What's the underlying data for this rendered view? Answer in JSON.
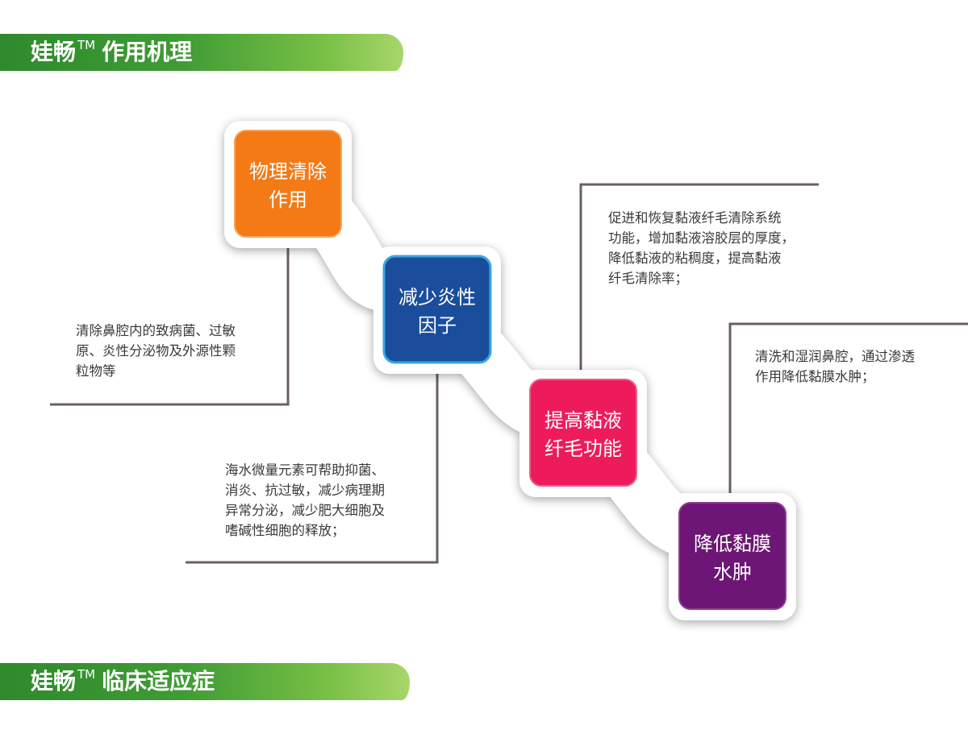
{
  "banners": {
    "top": {
      "brand": "娃畅",
      "tm": "TM",
      "title": "作用机理"
    },
    "bottom": {
      "brand": "娃畅",
      "tm": "TM",
      "title": "临床适应症"
    }
  },
  "steps": [
    {
      "line1": "物理清除",
      "line2": "作用",
      "color": "#f47a16"
    },
    {
      "line1": "减少炎性",
      "line2": "因子",
      "color": "#1a4d9c"
    },
    {
      "line1": "提高黏液",
      "line2": "纤毛功能",
      "color": "#ee1b5c"
    },
    {
      "line1": "降低黏膜",
      "line2": "水肿",
      "color": "#6d1675"
    }
  ],
  "descriptions": [
    {
      "lines": [
        "清除鼻腔内的致病菌、过敏",
        "原、炎性分泌物及外源性颗",
        "粒物等"
      ]
    },
    {
      "lines": [
        "海水微量元素可帮助抑菌、",
        "消炎、抗过敏，减少病理期",
        "异常分泌，减少肥大细胞及",
        "嗜碱性细胞的释放；"
      ]
    },
    {
      "lines": [
        "促进和恢复黏液纤毛清除系统",
        "功能，增加黏液溶胶层的厚度，",
        "降低黏液的粘稠度，提高黏液",
        "纤毛清除率；"
      ]
    },
    {
      "lines": [
        "清洗和湿润鼻腔，通过渗透",
        "作用降低黏膜水肿；"
      ]
    }
  ],
  "colors": {
    "banner_start": "#2e8a2c",
    "banner_end": "#a8d66a",
    "connector": "#6b5f5f"
  }
}
